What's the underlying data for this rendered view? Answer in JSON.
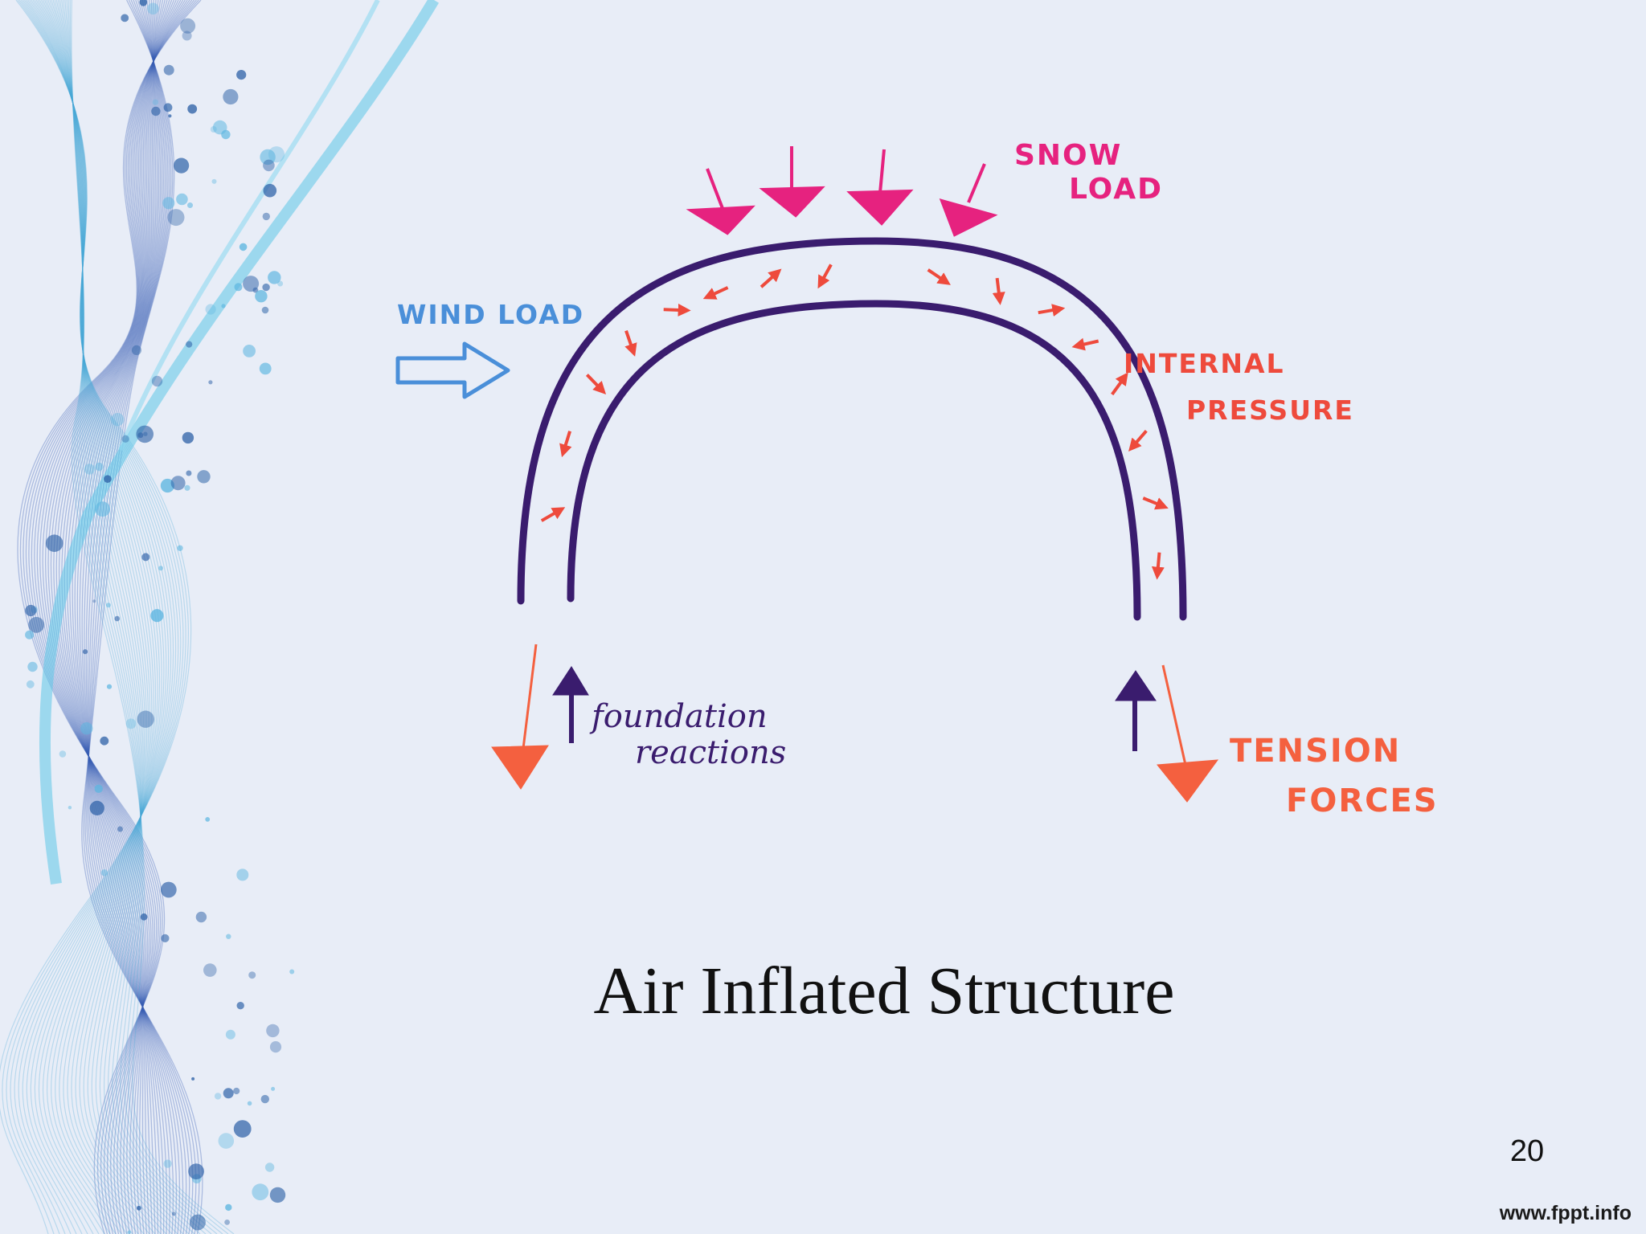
{
  "slide": {
    "title": "Air Inflated Structure",
    "page_number": "20",
    "website": "www.fppt.info"
  },
  "diagram": {
    "labels": {
      "snow_load": [
        "SNOW",
        "LOAD"
      ],
      "wind_load": "WIND LOAD",
      "internal_pressure": [
        "INTERNAL",
        "PRESSURE"
      ],
      "foundation_reactions": [
        "foundation",
        "reactions"
      ],
      "tension_forces": [
        "TENSION",
        "FORCES"
      ]
    },
    "colors": {
      "snow": "#e6227f",
      "wind": "#4a8fd9",
      "pressure": "#ee4a3c",
      "structure": "#3a1c6e",
      "tension": "#f4603f",
      "foundation": "#3a1c6e"
    }
  }
}
